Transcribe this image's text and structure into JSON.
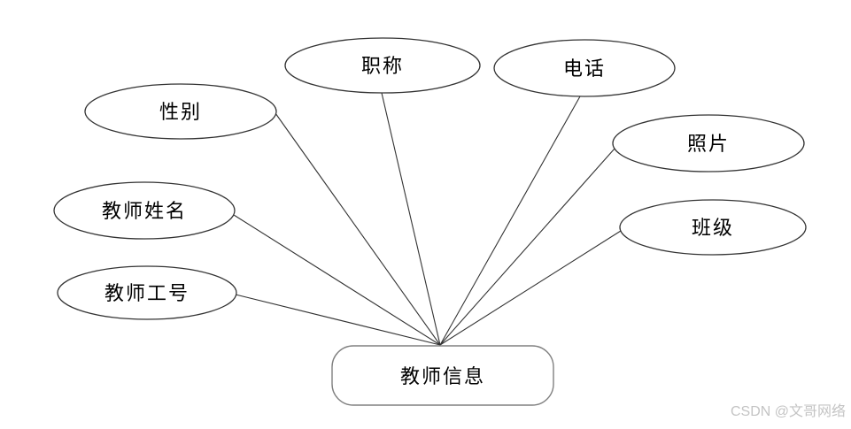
{
  "diagram": {
    "type": "er-attribute-diagram",
    "entity": {
      "id": "teacher-info",
      "label": "教师信息"
    },
    "attributes": [
      {
        "id": "title",
        "label": "职称"
      },
      {
        "id": "phone",
        "label": "电话"
      },
      {
        "id": "gender",
        "label": "性别"
      },
      {
        "id": "photo",
        "label": "照片"
      },
      {
        "id": "teacher-name",
        "label": "教师姓名"
      },
      {
        "id": "class",
        "label": "班级"
      },
      {
        "id": "teacher-id",
        "label": "教师工号"
      }
    ],
    "connections": [
      {
        "from": "职称",
        "to": "教师信息"
      },
      {
        "from": "电话",
        "to": "教师信息"
      },
      {
        "from": "性别",
        "to": "教师信息"
      },
      {
        "from": "照片",
        "to": "教师信息"
      },
      {
        "from": "教师姓名",
        "to": "教师信息"
      },
      {
        "from": "班级",
        "to": "教师信息"
      },
      {
        "from": "教师工号",
        "to": "教师信息"
      }
    ]
  },
  "colors": {
    "background": "#ffffff",
    "node_stroke": "#333333",
    "entity_stroke": "#808080",
    "text": "#000000",
    "watermark": "#c4c4c4"
  },
  "watermark": {
    "text": "CSDN @文哥网络"
  }
}
